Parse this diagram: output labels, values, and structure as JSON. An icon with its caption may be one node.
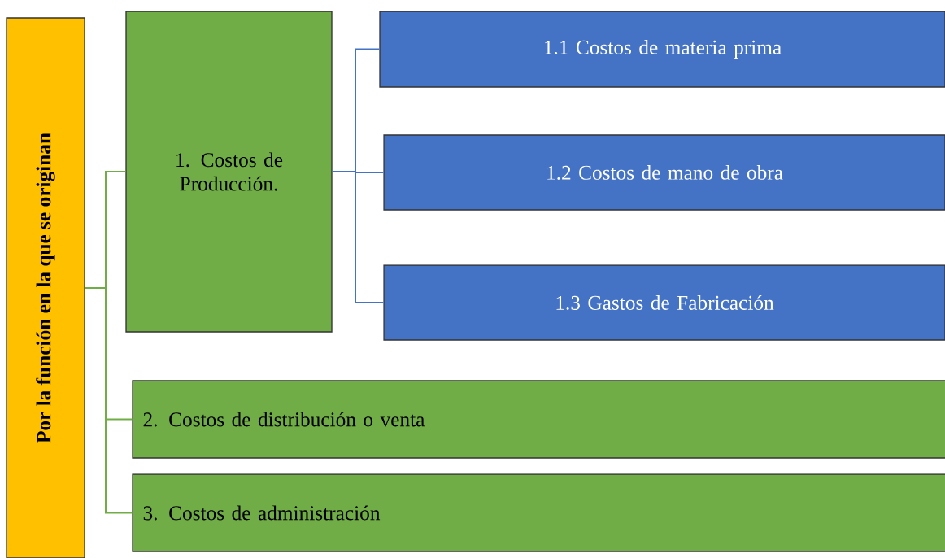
{
  "diagram": {
    "nodes": [
      {
        "text": [
          "Por la función en la que se originan"
        ]
      },
      {
        "text": [
          "1. Costos de Producción."
        ]
      },
      {
        "text": [
          "1.1 Costos de materia prima"
        ]
      },
      {
        "text": [
          "1.2 Costos de mano de obra"
        ]
      },
      {
        "text": [
          "1.3 Gastos de Fabricación"
        ]
      },
      {
        "text": [
          "2. Costos de distribución o venta"
        ]
      },
      {
        "text": [
          "3. Costos de administración"
        ]
      }
    ],
    "edges": [
      {
        "from": 0,
        "to": 1,
        "arrow": "none",
        "color": "#70ad47"
      },
      {
        "from": 0,
        "to": 5,
        "arrow": "none",
        "color": "#70ad47"
      },
      {
        "from": 0,
        "to": 6,
        "arrow": "none",
        "color": "#70ad47"
      },
      {
        "from": 1,
        "to": 2,
        "arrow": "none",
        "color": "#4472c4"
      },
      {
        "from": 1,
        "to": 3,
        "arrow": "none",
        "color": "#4472c4"
      },
      {
        "from": 1,
        "to": 4,
        "arrow": "none",
        "color": "#4472c4"
      }
    ]
  }
}
